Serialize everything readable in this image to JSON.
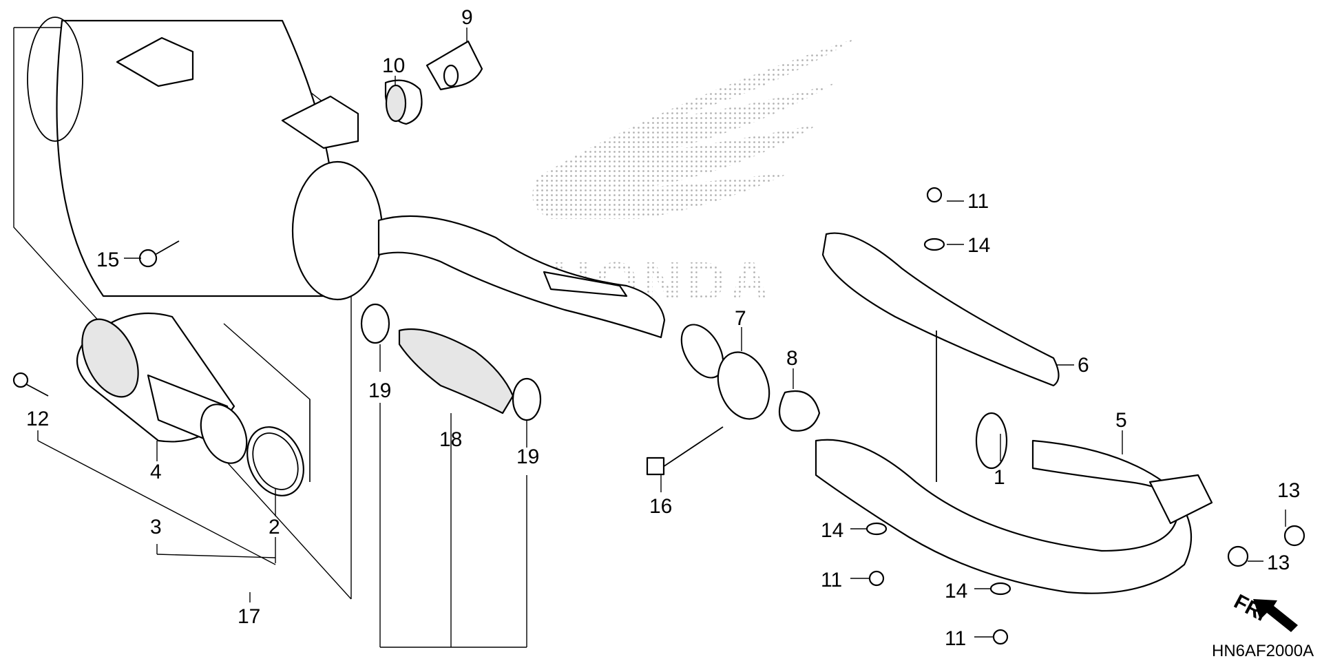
{
  "diagram": {
    "callouts": {
      "c1": "1",
      "c2": "2",
      "c3": "3",
      "c4": "4",
      "c5": "5",
      "c6": "6",
      "c7": "7",
      "c8": "8",
      "c9": "9",
      "c10": "10",
      "c11a": "11",
      "c11b": "11",
      "c11c": "11",
      "c12": "12",
      "c13a": "13",
      "c13b": "13",
      "c14a": "14",
      "c14b": "14",
      "c14c": "14",
      "c15": "15",
      "c16": "16",
      "c17": "17",
      "c18": "18",
      "c19a": "19",
      "c19b": "19"
    },
    "direction_label": "FR.",
    "diagram_code": "HN6AF2000A",
    "watermark": "HONDA",
    "colors": {
      "line": "#000000",
      "background": "#ffffff",
      "shade": "#e6e6e6",
      "watermark": "#c8c8c8"
    }
  }
}
